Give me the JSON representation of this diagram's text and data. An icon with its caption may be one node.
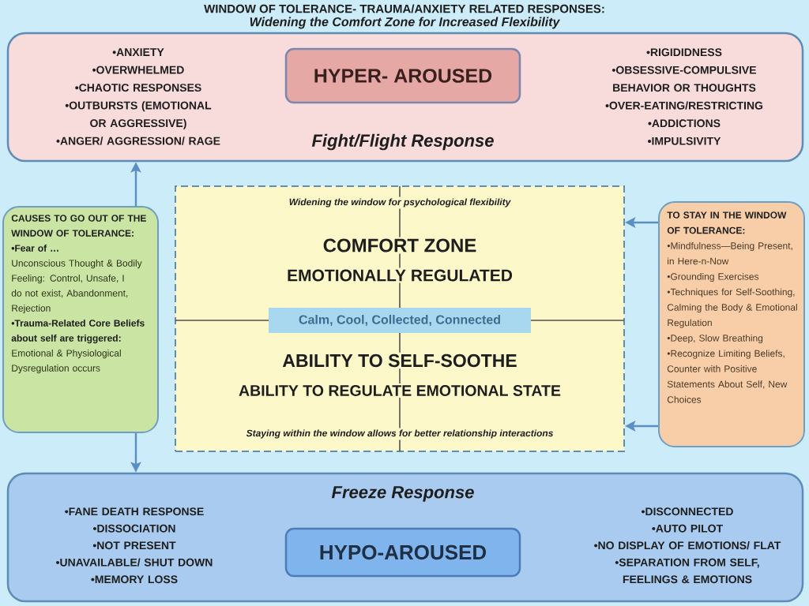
{
  "diagram": {
    "title": "WINDOW OF TOLERANCE- TRAUMA/ANXIETY RELATED RESPONSES:",
    "nodes": [
      {
        "text": [
          "•ANXIETY",
          "•OVERWHELMED",
          "•CHAOTIC RESPONSES",
          "•OUTBURSTS (EMOTIONAL OR AGGRESSIVE)",
          "•ANGER/ AGGRESSION/ RAGE",
          "Fight/Flight Response",
          "•RIGIDIDNESS",
          "•OBSESSIVE-COMPULSIVE BEHAVIOR OR THOUGHTS",
          "•OVER-EATING/RESTRICTING",
          "•ADDICTIONS",
          "•IMPULSIVITY"
        ]
      },
      {
        "text": [
          "HYPER- AROUSED"
        ],
        "in": 0
      },
      {
        "text": [
          "CAUSES TO GO OUT OF THE WINDOW OF TOLERANCE:",
          "•Fear of …",
          "Unconscious Thought & Bodily Feeling: Control, Unsafe, I do not exist, Abandonment, Rejection",
          "•Trauma-Related Core Beliefs about self are triggered:",
          "Emotional & Physiological Dysregulation occurs"
        ]
      },
      {
        "text": [
          "Widening the window for psychological flexibility",
          "COMFORT ZONE",
          "EMOTIONALLY REGULATED",
          "ABILITY TO SELF-SOOTHE",
          "ABILITY TO REGULATE EMOTIONAL STATE",
          "Staying within the window allows for better relationship interactions"
        ]
      },
      {
        "text": [
          "Calm, Cool, Collected, Connected"
        ],
        "in": 3
      },
      {
        "text": [
          "TO STAY IN THE WINDOW OF TOLERANCE:",
          "•Mindfulness—Being Present, in Here-n-Now",
          "•Grounding Exercises",
          "•Techniques for Self-Soothing, Calming the Body & Emotional Regulation",
          "•Deep, Slow Breathing",
          "•Recognize Limiting Beliefs, Counter with Positive Statements About Self, New Choices"
        ]
      },
      {
        "text": [
          "Freeze Response",
          "•FANE DEATH RESPONSE",
          "•DISSOCIATION",
          "•NOT PRESENT",
          "•UNAVAILABLE/ SHUT DOWN",
          "•MEMORY LOSS",
          "•DISCONNECTED",
          "•AUTO PILOT",
          "•NO DISPLAY OF EMOTIONS/ FLAT",
          "•SEPARATION FROM SELF, FEELINGS & EMOTIONS"
        ]
      },
      {
        "text": [
          "HYPO-AROUSED"
        ],
        "in": 6
      }
    ],
    "edges": [
      {
        "from": 2,
        "to": 0,
        "arrow": "to"
      },
      {
        "from": 2,
        "to": 6,
        "arrow": "to"
      },
      {
        "from": 5,
        "to": 3,
        "arrow": "to"
      },
      {
        "from": 5,
        "to": 3,
        "arrow": "to"
      }
    ],
    "labels": [
      "Widening the Comfort Zone for Increased Flexibility"
    ]
  }
}
